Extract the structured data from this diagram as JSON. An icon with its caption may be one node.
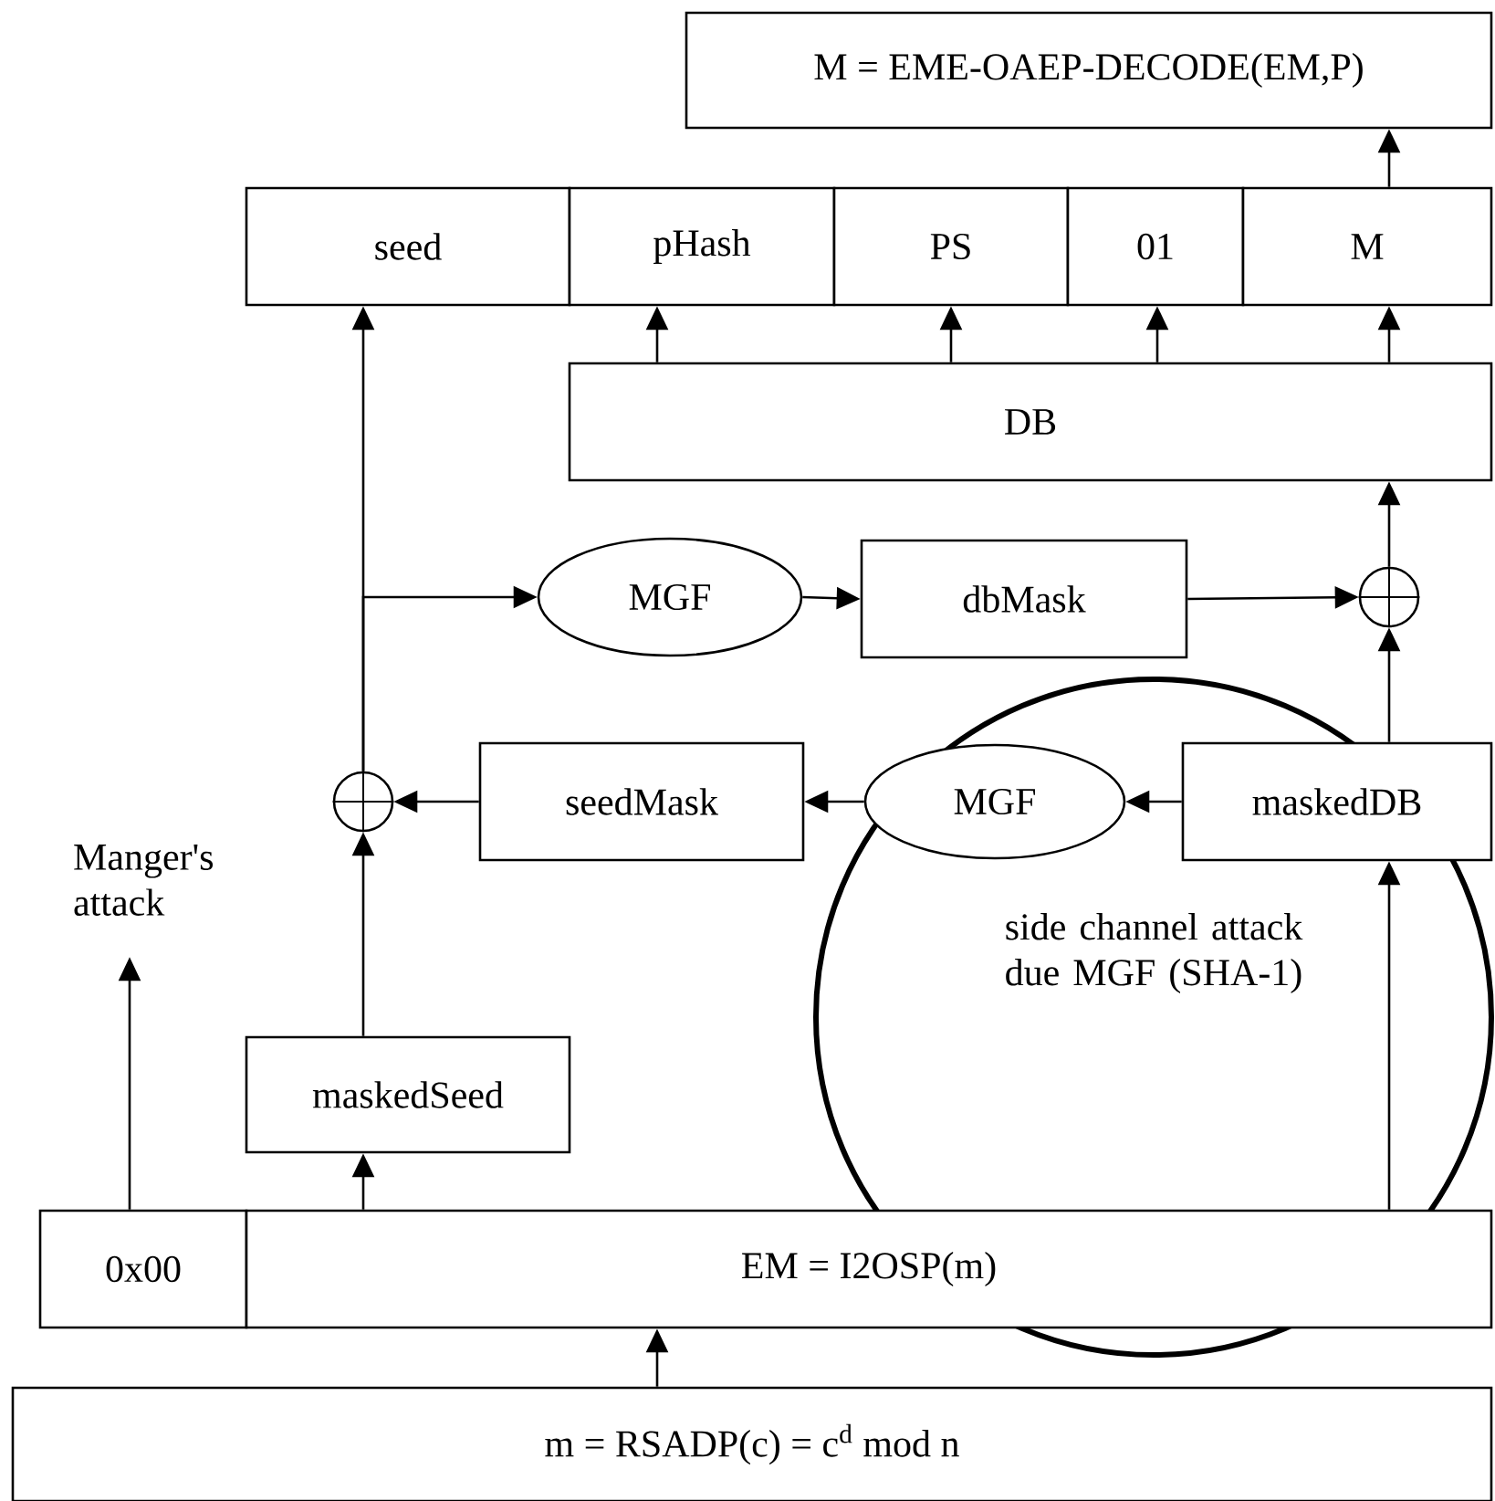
{
  "diagram": {
    "nodes": [
      {
        "text": [
          "M = EME-OAEP-DECODE(EM,P)"
        ]
      },
      {
        "text": [
          "seed"
        ]
      },
      {
        "text": [
          "pHash"
        ]
      },
      {
        "text": [
          "PS"
        ]
      },
      {
        "text": [
          "01"
        ]
      },
      {
        "text": [
          "M"
        ]
      },
      {
        "text": [
          "DB"
        ]
      },
      {
        "text": [
          "MGF"
        ]
      },
      {
        "text": [
          "dbMask"
        ]
      },
      {
        "text": [],
        "shape": "circle"
      },
      {
        "text": [],
        "shape": "circle"
      },
      {
        "text": [
          "seedMask"
        ]
      },
      {
        "text": [
          "MGF"
        ]
      },
      {
        "text": [
          "maskedDB"
        ]
      },
      {
        "text": [
          "Manger's attack"
        ]
      },
      {
        "text": [
          "side channel attack due MGF (SHA-1)"
        ]
      },
      {
        "text": [
          "maskedSeed"
        ]
      },
      {
        "text": [
          "0x00"
        ]
      },
      {
        "text": [
          "EM = I2OSP(m)"
        ]
      },
      {
        "text": [
          "m = RSADP(c) = c$^{d}$ mod n"
        ]
      }
    ],
    "edges": [
      {
        "from": 10,
        "to": 1,
        "arrow": "to"
      },
      {
        "from": 10,
        "to": 7,
        "arrow": "to"
      },
      {
        "from": 7,
        "to": 8,
        "arrow": "to"
      },
      {
        "from": 8,
        "to": 9,
        "arrow": "to"
      },
      {
        "from": 9,
        "to": 6,
        "arrow": "to"
      },
      {
        "from": 13,
        "to": 9,
        "arrow": "to"
      },
      {
        "from": 6,
        "to": 2,
        "arrow": "to"
      },
      {
        "from": 6,
        "to": 3,
        "arrow": "to"
      },
      {
        "from": 6,
        "to": 4,
        "arrow": "to"
      },
      {
        "from": 6,
        "to": 5,
        "arrow": "to"
      },
      {
        "from": 5,
        "to": 0,
        "arrow": "to"
      },
      {
        "from": 13,
        "to": 12,
        "arrow": "to"
      },
      {
        "from": 12,
        "to": 11,
        "arrow": "to"
      },
      {
        "from": 11,
        "to": 10,
        "arrow": "to"
      },
      {
        "from": 16,
        "to": 10,
        "arrow": "to"
      },
      {
        "from": 18,
        "to": 16,
        "arrow": "to"
      },
      {
        "from": 18,
        "to": 13,
        "arrow": "to"
      },
      {
        "from": 17,
        "to": 14,
        "arrow": "to"
      },
      {
        "from": 19,
        "to": 18,
        "arrow": "to"
      }
    ]
  }
}
